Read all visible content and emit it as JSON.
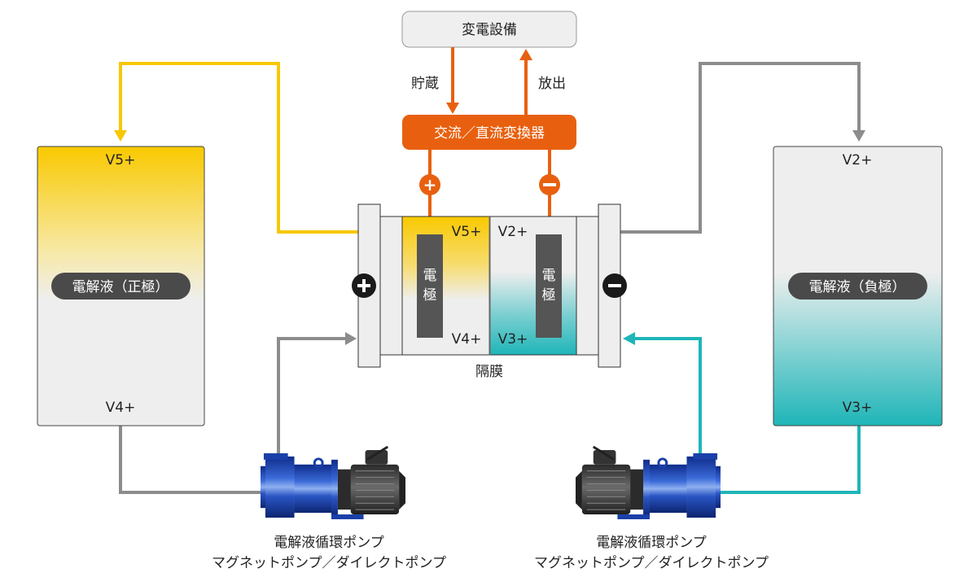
{
  "colors": {
    "orange": "#e8600f",
    "yellow": "#f7c800",
    "teal": "#1fb5b8",
    "gray_line": "#8c8c8c",
    "electrode": "#555555",
    "pump_blue": "#1a3fa8",
    "panel": "#eeeeee"
  },
  "substation": {
    "label": "変電設備"
  },
  "charge_label": "貯蔵",
  "discharge_label": "放出",
  "converter": {
    "label": "交流／直流変換器"
  },
  "terminals": {
    "positive": "+",
    "negative": "−"
  },
  "cell": {
    "left_chamber": {
      "top": "V5+",
      "bottom": "V4+",
      "electrode": [
        "電",
        "極"
      ]
    },
    "right_chamber": {
      "top": "V2+",
      "bottom": "V3+",
      "electrode": [
        "電",
        "極"
      ]
    },
    "membrane_label": "隔膜"
  },
  "tanks": {
    "positive": {
      "top": "V5+",
      "bottom": "V4+",
      "label": "電解液（正極）"
    },
    "negative": {
      "top": "V2+",
      "bottom": "V3+",
      "label": "電解液（負極）"
    }
  },
  "pumps": [
    {
      "line1": "電解液循環ポンプ",
      "line2": "マグネットポンプ／ダイレクトポンプ"
    },
    {
      "line1": "電解液循環ポンプ",
      "line2": "マグネットポンプ／ダイレクトポンプ"
    }
  ],
  "icons": [
    "arrow-down",
    "arrow-up",
    "plus-circle",
    "minus-circle",
    "pump"
  ]
}
